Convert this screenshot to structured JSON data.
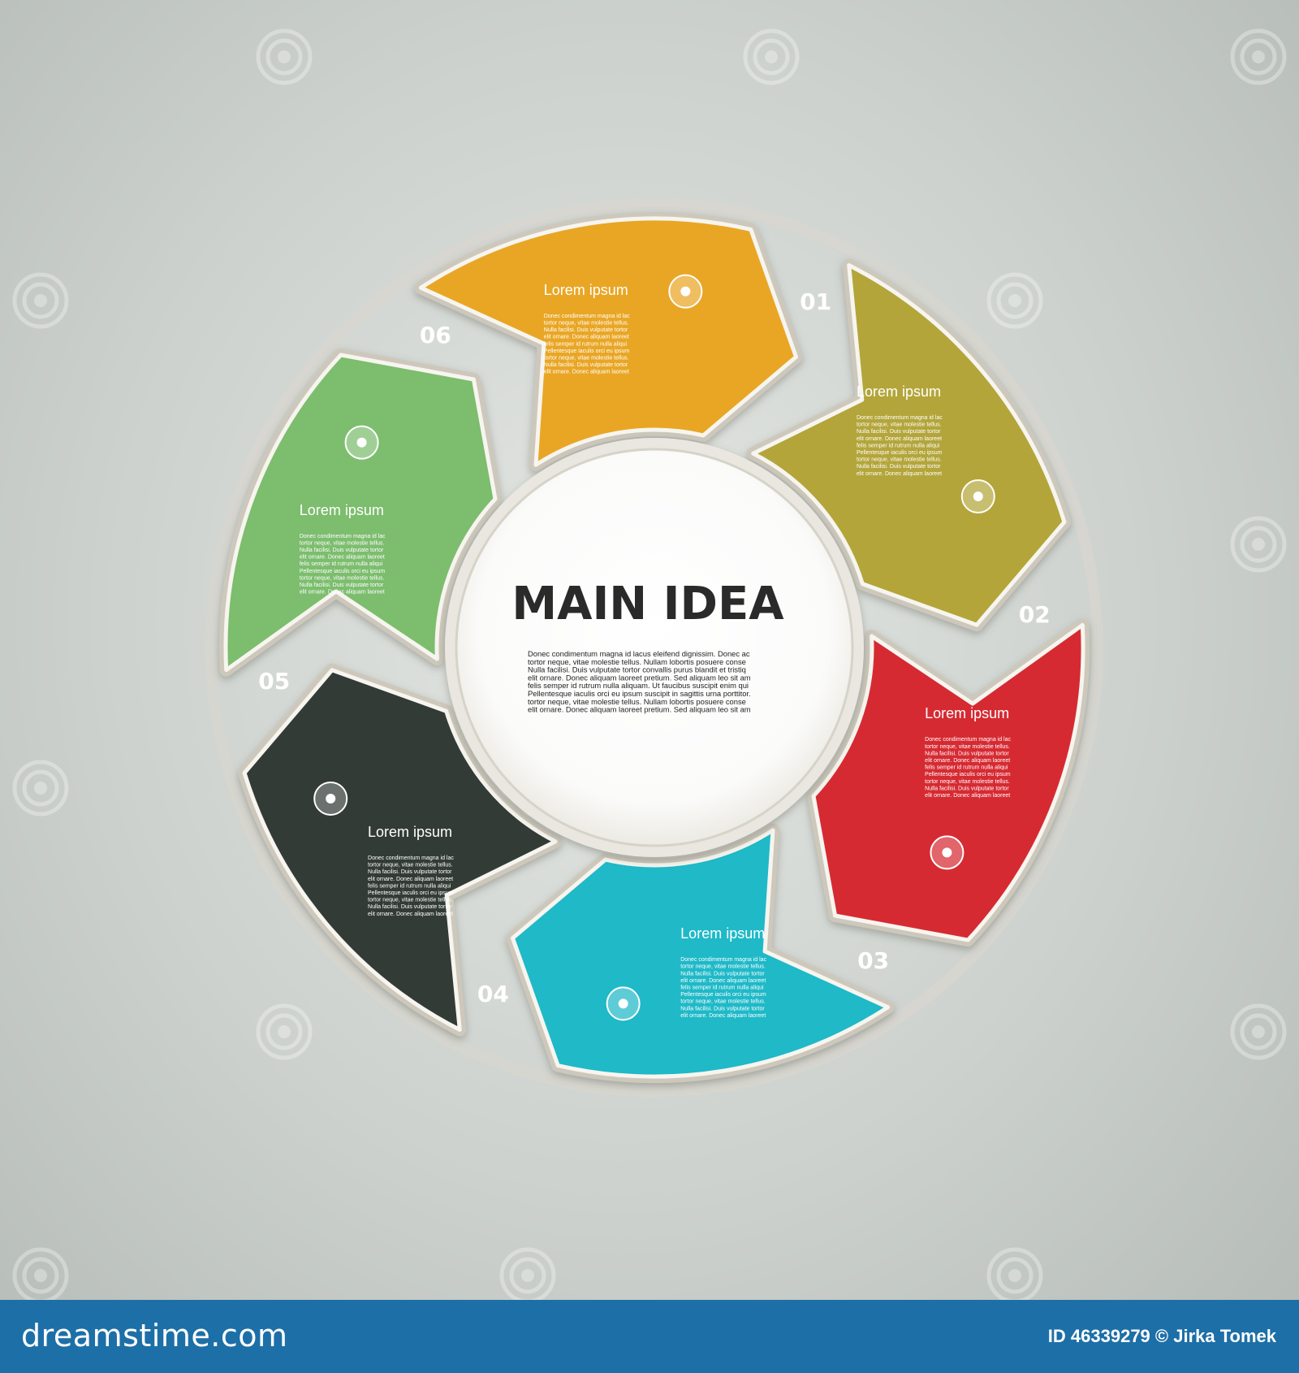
{
  "center": {
    "title": "MAIN IDEA",
    "body_lines": [
      "Donec condimentum magna id lacus eleifend dignissim. Donec ac",
      "tortor neque, vitae molestie tellus. Nullam lobortis posuere  conse",
      "Nulla facilisi. Duis vulputate tortor convallis purus blandit et tristiq",
      "elit ornare. Donec aliquam laoreet pretium. Sed aliquam leo sit am",
      "felis semper id rutrum nulla aliquam. Ut faucibus suscipit enim qui",
      "Pellentesque iaculis orci eu ipsum suscipit in sagittis urna porttitor.",
      "tortor neque, vitae molestie tellus. Nullam lobortis posuere  conse",
      "elit ornare. Donec aliquam laoreet pretium. Sed aliquam leo sit am"
    ]
  },
  "segments": [
    {
      "number": "01",
      "title": "Lorem ipsum",
      "color": "#b3a53a",
      "icon": "sun-cloud-icon",
      "body_lines": [
        "Donec condimentum magna id lac",
        "tortor neque, vitae molestie tellus.",
        "Nulla facilisi. Duis vulputate tortor",
        "elit ornare. Donec aliquam laoreet",
        "felis semper id rutrum nulla aliqui",
        "Pellentesque iaculis orci eu ipsum",
        "tortor neque, vitae molestie tellus.",
        "Nulla facilisi. Duis vulputate tortor",
        "elit ornare. Donec aliquam laoreet"
      ]
    },
    {
      "number": "02",
      "title": "Lorem ipsum",
      "color": "#d62a32",
      "icon": "music-notes-icon",
      "body_lines": [
        "Donec condimentum magna id lac",
        "tortor neque, vitae molestie tellus.",
        "Nulla facilisi. Duis vulputate tortor",
        "elit ornare. Donec aliquam laoreet",
        "felis semper id rutrum nulla aliqui",
        "Pellentesque iaculis orci eu ipsum",
        "tortor neque, vitae molestie tellus.",
        "Nulla facilisi. Duis vulputate tortor",
        "elit ornare. Donec aliquam laoreet"
      ]
    },
    {
      "number": "03",
      "title": "Lorem ipsum",
      "color": "#1fb9c8",
      "icon": "home-icon",
      "body_lines": [
        "Donec condimentum magna id lac",
        "tortor neque, vitae molestie tellus.",
        "Nulla facilisi. Duis vulputate tortor",
        "elit ornare. Donec aliquam laoreet",
        "felis semper id rutrum nulla aliqui",
        "Pellentesque iaculis orci eu ipsum",
        "tortor neque, vitae molestie tellus.",
        "Nulla facilisi. Duis vulputate tortor",
        "elit ornare. Donec aliquam laoreet"
      ]
    },
    {
      "number": "04",
      "title": "Lorem ipsum",
      "color": "#333b36",
      "icon": "antenna-icon",
      "body_lines": [
        "Donec condimentum magna id lac",
        "tortor neque, vitae molestie tellus.",
        "Nulla facilisi. Duis vulputate tortor",
        "elit ornare. Donec aliquam laoreet",
        "felis semper id rutrum nulla aliqui",
        "Pellentesque iaculis orci eu ipsum",
        "tortor neque, vitae molestie tellus.",
        "Nulla facilisi. Duis vulputate tortor",
        "elit ornare. Donec aliquam laoreet"
      ]
    },
    {
      "number": "05",
      "title": "Lorem ipsum",
      "color": "#7cbd6e",
      "icon": "cloud-icon",
      "body_lines": [
        "Donec condimentum magna id lac",
        "tortor neque, vitae molestie tellus.",
        "Nulla facilisi. Duis vulputate tortor",
        "elit ornare. Donec aliquam laoreet",
        "felis semper id rutrum nulla aliqui",
        "Pellentesque iaculis orci eu ipsum",
        "tortor neque, vitae molestie tellus.",
        "Nulla facilisi. Duis vulputate tortor",
        "elit ornare. Donec aliquam laoreet"
      ]
    },
    {
      "number": "06",
      "title": "Lorem ipsum",
      "color": "#e9a625",
      "icon": "clock-icon",
      "body_lines": [
        "Donec condimentum magna id lac",
        "tortor neque, vitae molestie tellus.",
        "Nulla facilisi. Duis vulputate tortor",
        "elit ornare. Donec aliquam laoreet",
        "felis semper id rutrum nulla aliqui",
        "Pellentesque iaculis orci eu ipsum",
        "tortor neque, vitae molestie tellus.",
        "Nulla facilisi. Duis vulputate tortor",
        "elit ornare. Donec aliquam laoreet"
      ]
    }
  ],
  "footer": {
    "brand": "dreamstime.com",
    "credit": "ID 46339279 © Jirka Tomek"
  }
}
